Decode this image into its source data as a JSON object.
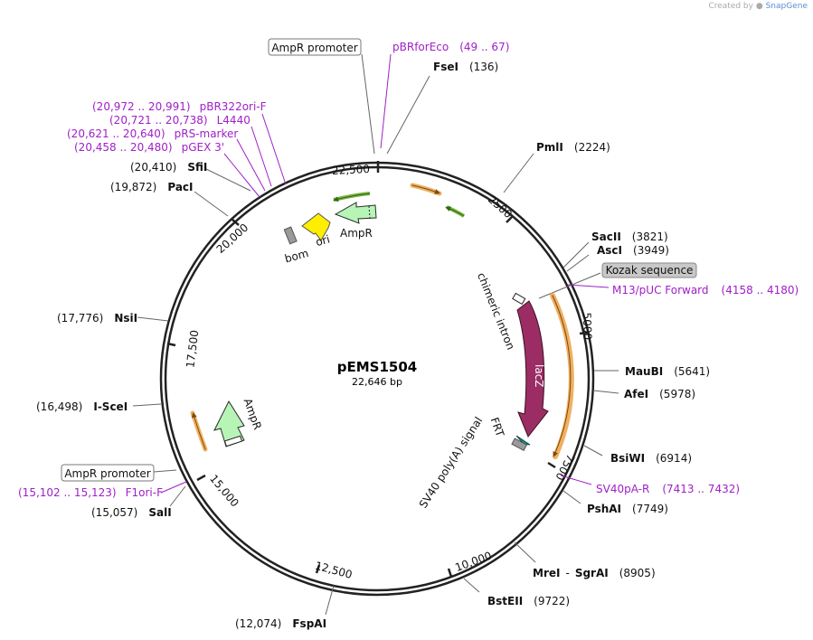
{
  "credit": {
    "created_by": "Created by",
    "brand": "SnapGene"
  },
  "plasmid": {
    "name": "pEMS1504",
    "size": "22,646 bp"
  },
  "colors": {
    "purple": "#a020c8",
    "lacZ": "#9b2d64",
    "ampR": "#b7f5b7",
    "ori": "#ffee00",
    "orange": "#f0b060",
    "green": "#78b040",
    "teal": "#1a8c8c"
  },
  "position_ticks": [
    "22,500",
    "2500",
    "5000",
    "7500",
    "10,000",
    "12,500",
    "15,000",
    "17,500",
    "20,000"
  ],
  "sites": [
    {
      "name": "FseI",
      "pos": "(136)"
    },
    {
      "name": "PmlI",
      "pos": "(2224)"
    },
    {
      "name": "SacII",
      "pos": "(3821)"
    },
    {
      "name": "AscI",
      "pos": "(3949)"
    },
    {
      "name": "MauBI",
      "pos": "(5641)"
    },
    {
      "name": "AfeI",
      "pos": "(5978)"
    },
    {
      "name": "BsiWI",
      "pos": "(6914)"
    },
    {
      "name": "PshAI",
      "pos": "(7749)"
    },
    {
      "name": "MreI",
      "name2": "SgrAI",
      "pos": "(8905)"
    },
    {
      "name": "BstEII",
      "pos": "(9722)"
    },
    {
      "name": "FspAI",
      "pos": "(12,074)"
    },
    {
      "name": "SalI",
      "pos": "(15,057)"
    },
    {
      "name": "I-SceI",
      "pos": "(16,498)"
    },
    {
      "name": "NsiI",
      "pos": "(17,776)"
    },
    {
      "name": "PacI",
      "pos": "(19,872)"
    },
    {
      "name": "SfiI",
      "pos": "(20,410)"
    }
  ],
  "primers": [
    {
      "name": "pBRforEco",
      "range": "(49 .. 67)"
    },
    {
      "name": "M13/pUC Forward",
      "range": "(4158 .. 4180)"
    },
    {
      "name": "SV40pA-R",
      "range": "(7413 .. 7432)"
    },
    {
      "name": "F1ori-F",
      "range": "(15,102 .. 15,123)"
    },
    {
      "name": "pGEX 3'",
      "range": "(20,458 .. 20,480)"
    },
    {
      "name": "pRS-marker",
      "range": "(20,621 .. 20,640)"
    },
    {
      "name": "L4440",
      "range": "(20,721 .. 20,738)"
    },
    {
      "name": "pBR322ori-F",
      "range": "(20,972 .. 20,991)"
    }
  ],
  "boxed": {
    "ampr_promoter_top": "AmpR promoter",
    "kozak": "Kozak sequence",
    "ampr_promoter_left": "AmpR promoter"
  },
  "features": {
    "chimeric_intron": "chimeric intron",
    "lacz": "lacZ",
    "frt": "FRT",
    "sv40": "SV40 poly(A) signal",
    "ampr_top": "AmpR",
    "ori": "ori",
    "bom": "bom",
    "ampr_left": "AmpR"
  }
}
